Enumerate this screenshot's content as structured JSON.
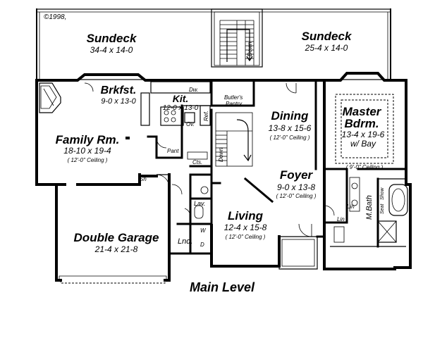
{
  "copyright": "©1998,",
  "level_title": "Main Level",
  "rooms": {
    "sundeck_left": {
      "name": "Sundeck",
      "dims": "34-4 x 14-0"
    },
    "sundeck_right": {
      "name": "Sundeck",
      "dims": "25-4 x 14-0"
    },
    "breakfast": {
      "name": "Brkfst.",
      "dims": "9-0 x 13-0"
    },
    "kitchen": {
      "name": "Kit.",
      "dims": "12-0 x 13-0"
    },
    "family": {
      "name": "Family Rm.",
      "dims": "18-10 x 19-4",
      "ceiling": "( 12'-0\" Ceiling )"
    },
    "dining": {
      "name": "Dining",
      "dims": "13-8 x 15-6",
      "ceiling": "( 12'-0\" Ceiling )"
    },
    "master": {
      "name_line1": "Master",
      "name_line2": "Bdrm.",
      "dims": "13-4 x 19-6",
      "note": "w/ Bay",
      "ceiling": "( 9'-0\" Ceiling )"
    },
    "foyer": {
      "name": "Foyer",
      "dims": "9-0 x 13-8",
      "ceiling": "( 12'-0\" Ceiling )"
    },
    "living": {
      "name": "Living",
      "dims": "12-4 x 15-8",
      "ceiling": "( 12'-0\" Ceiling )"
    },
    "garage": {
      "name": "Double Garage",
      "dims": "21-4 x 21-8"
    }
  },
  "small_labels": {
    "butlers_line1": "Butler's",
    "butlers_line2": "Pantry",
    "dw": "Dw.",
    "ref": "Ref.",
    "ov": "Ov.",
    "pant": "Pant",
    "cts": "Cts.",
    "down_top": "Down",
    "down_mid": "Down",
    "sh": "Sh",
    "lav": "Lav.",
    "lnd": "Lnd.",
    "w": "W",
    "d": "D",
    "lin_left": "Lin",
    "lin_right": "Lin",
    "mbath": "M.Bath",
    "show": "Show",
    "seat": "Seat"
  }
}
